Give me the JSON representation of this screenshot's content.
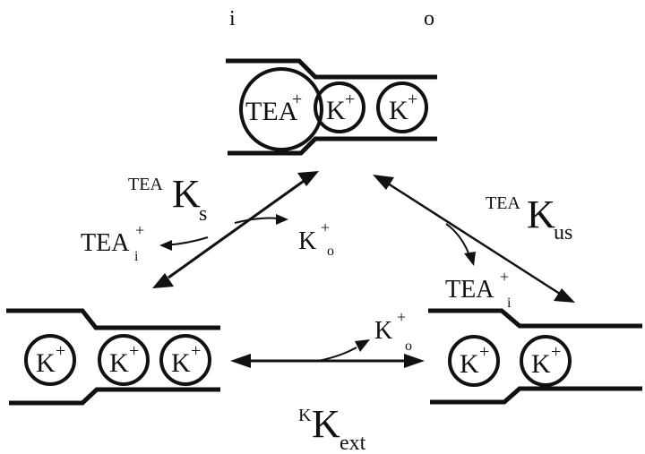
{
  "side_labels": {
    "inside": "i",
    "outside": "o"
  },
  "states": {
    "top": {
      "ions": [
        "TEA",
        "K",
        "K"
      ],
      "ion_charge": "+"
    },
    "left": {
      "ions": [
        "K",
        "K",
        "K"
      ],
      "ion_charge": "+"
    },
    "right": {
      "ions": [
        "K",
        "K"
      ],
      "ion_charge": "+"
    }
  },
  "transitions": {
    "left_top": {
      "constant_super": "TEA",
      "constant_main": "K",
      "constant_sub": "s",
      "released_main": "TEA",
      "released_sup": "+",
      "released_sub": "i",
      "entering_main": "K",
      "entering_sup": "+",
      "entering_sub": "o"
    },
    "top_right": {
      "constant_super": "TEA",
      "constant_main": "K",
      "constant_sub": "us",
      "released_main": "TEA",
      "released_sup": "+",
      "released_sub": "i"
    },
    "left_right": {
      "constant_super": "K",
      "constant_main": "K",
      "constant_sub": "ext",
      "released_main": "K",
      "released_sup": "+",
      "released_sub": "o"
    }
  }
}
